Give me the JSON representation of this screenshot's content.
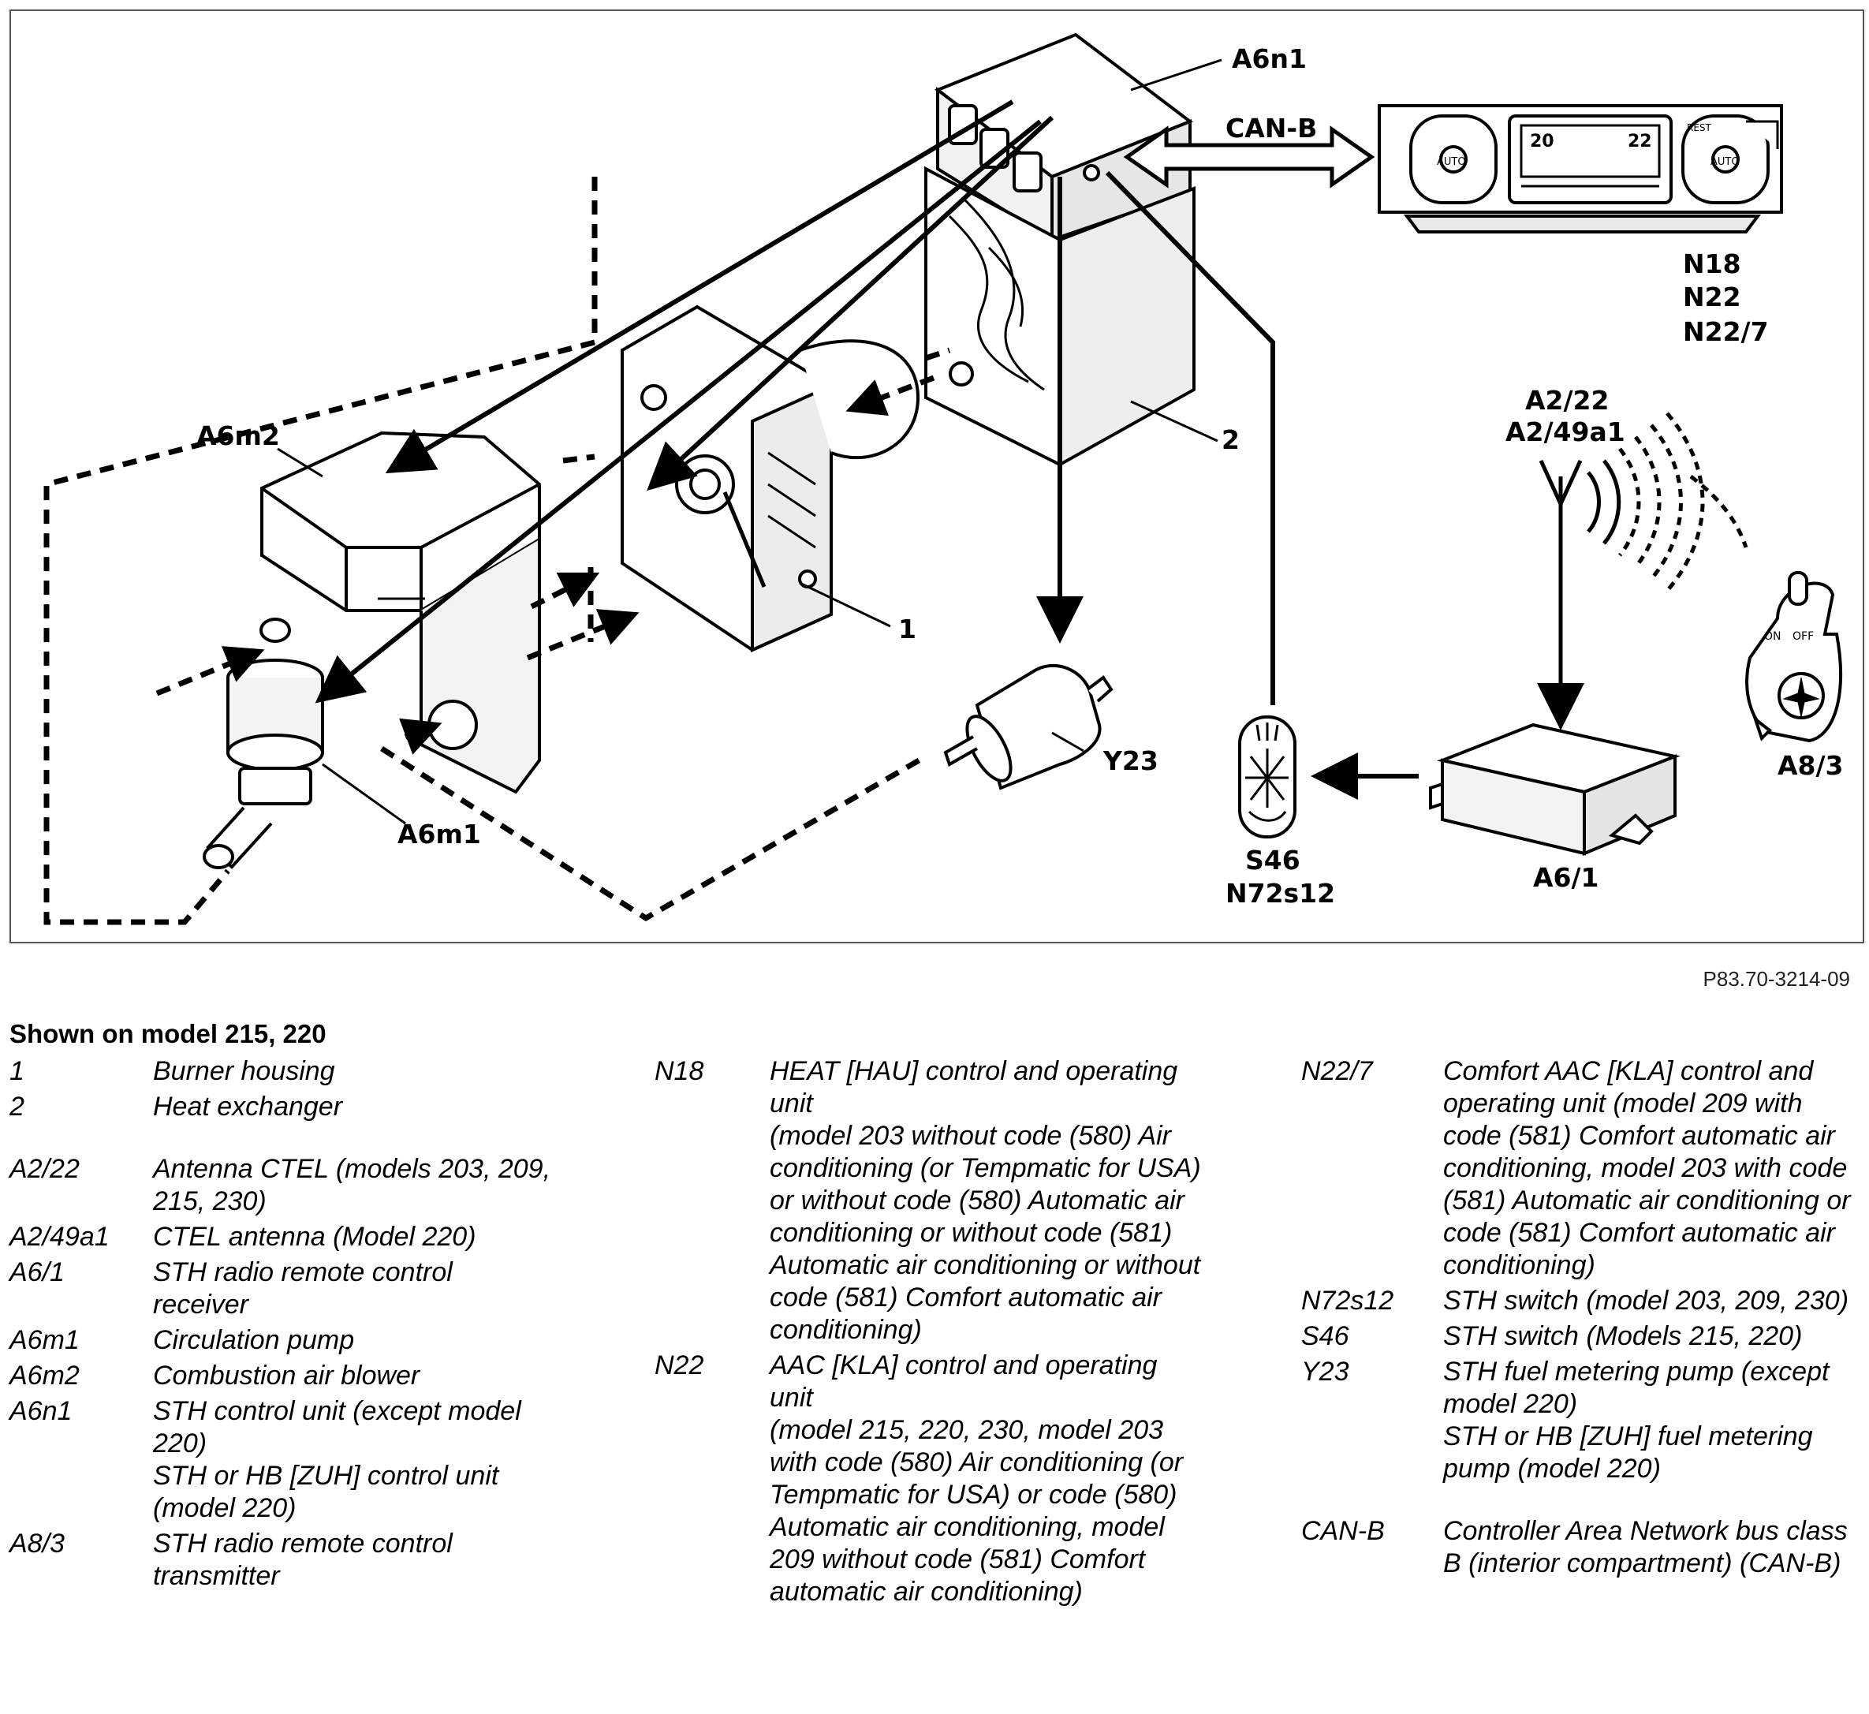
{
  "figure": {
    "callouts": {
      "a6n1": "A6n1",
      "canb": "CAN-B",
      "n18": "N18",
      "n22": "N22",
      "n22_7": "N22/7",
      "a6m2": "A6m2",
      "two": "2",
      "one": "1",
      "a2_22": "A2/22",
      "a2_49a1": "A2/49a1",
      "a6m1": "A6m1",
      "y23": "Y23",
      "s46": "S46",
      "n72s12": "N72s12",
      "a6_1": "A6/1",
      "a8_3": "A8/3",
      "remote_on": "ON",
      "remote_off": "OFF",
      "panel_auto_left": "AUTO",
      "panel_auto_right": "AUTO",
      "panel_temp_left": "20",
      "panel_temp_right": "22",
      "panel_rest": "REST"
    },
    "code": "P83.70-3214-09"
  },
  "legend": {
    "heading": "Shown on model 215, 220",
    "col1": [
      {
        "code": "1",
        "desc": [
          "Burner housing"
        ]
      },
      {
        "code": "2",
        "desc": [
          "Heat exchanger"
        ]
      },
      {
        "code": "A2/22",
        "desc": [
          "Antenna CTEL (models 203, 209, 215, 230)"
        ]
      },
      {
        "code": "A2/49a1",
        "desc": [
          "CTEL antenna (Model 220)"
        ]
      },
      {
        "code": "A6/1",
        "desc": [
          "STH radio remote control receiver"
        ]
      },
      {
        "code": "A6m1",
        "desc": [
          "Circulation pump"
        ]
      },
      {
        "code": "A6m2",
        "desc": [
          "Combustion air blower"
        ]
      },
      {
        "code": "A6n1",
        "desc": [
          "STH control unit (except model 220)",
          "STH or HB [ZUH] control unit (model 220)"
        ]
      },
      {
        "code": "A8/3",
        "desc": [
          "STH radio remote control transmitter"
        ]
      }
    ],
    "col2": [
      {
        "code": "N18",
        "desc": [
          "HEAT [HAU] control and operating unit",
          "(model 203 without code (580) Air conditioning (or Tempmatic for USA) or without code (580) Automatic air conditioning or without code (581) Automatic air conditioning or without code (581) Comfort automatic air conditioning)"
        ]
      },
      {
        "code": "N22",
        "desc": [
          "AAC [KLA] control and operating unit",
          "(model 215, 220, 230, model 203 with code (580) Air conditioning (or Tempmatic for USA) or code (580) Automatic air conditioning, model 209 without code (581) Comfort automatic air conditioning)"
        ]
      }
    ],
    "col3": [
      {
        "code": "N22/7",
        "desc": [
          "Comfort AAC [KLA] control and operating unit (model 209 with code (581) Comfort automatic air conditioning, model 203 with code (581) Automatic air conditioning or code (581) Comfort automatic air conditioning)"
        ]
      },
      {
        "code": "N72s12",
        "desc": [
          "STH switch (model 203, 209, 230)"
        ]
      },
      {
        "code": "S46",
        "desc": [
          "STH switch (Models 215, 220)"
        ]
      },
      {
        "code": "Y23",
        "desc": [
          "STH fuel metering pump (except model 220)",
          "STH or HB [ZUH] fuel metering pump (model 220)"
        ]
      },
      {
        "code": "CAN-B",
        "desc": [
          "Controller Area Network bus class B (interior compartment) (CAN-B)"
        ]
      }
    ]
  }
}
